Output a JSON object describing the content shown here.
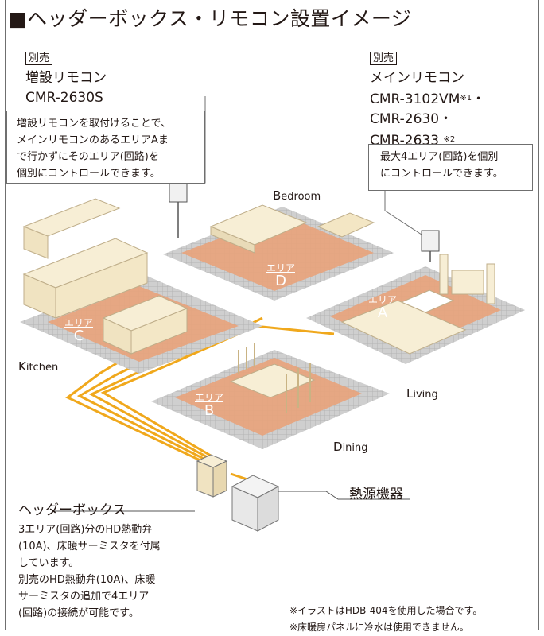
{
  "title": "■ヘッダーボックス・リモコン設置イメージ",
  "left_remote": {
    "tag": "別売",
    "name": "増設リモコン",
    "model": "CMR-2630S",
    "description": [
      "増設リモコンを取付けることで、",
      "メインリモコンのあるエリアAま",
      "で行かずにそのエリア(回路)を",
      "個別にコントロールできます。"
    ]
  },
  "main_remote": {
    "tag": "別売",
    "name": "メインリモコン",
    "model1": "CMR-3102VM",
    "model1_note": "※1",
    "model1_suffix": "・",
    "model2": "CMR-2630・",
    "model3": "CMR-2633",
    "model3_note": "※2",
    "description": [
      "最大4エリア(回路)を個別",
      "にコントロールできます。"
    ]
  },
  "rooms": {
    "bedroom": {
      "cap": "B",
      "rest": "edroom"
    },
    "kitchen": {
      "cap": "K",
      "rest": "itchen"
    },
    "living": {
      "cap": "L",
      "rest": "iving"
    },
    "dining": {
      "cap": "D",
      "rest": "ining"
    }
  },
  "areas": {
    "label": "エリア",
    "a": "A",
    "b": "B",
    "c": "C",
    "d": "D"
  },
  "heat_source": "熱源機器",
  "header_box": {
    "title": "ヘッダーボックス",
    "description": [
      "3エリア(回路)分のHD熱動弁",
      "(10A)、床暖サーミスタを付属",
      "しています。",
      "別売のHD熱動弁(10A)、床暖",
      "サーミスタの追加で4エリア",
      "(回路)の接続が可能です。"
    ]
  },
  "footnotes": [
    "※イラストはHDB-404を使用した場合です。",
    "※床暖房パネルに冷水は使用できません。"
  ],
  "colors": {
    "panel": "#e8a27a",
    "floor": "#d4d4d4",
    "pipe": "#f0a81c"
  }
}
